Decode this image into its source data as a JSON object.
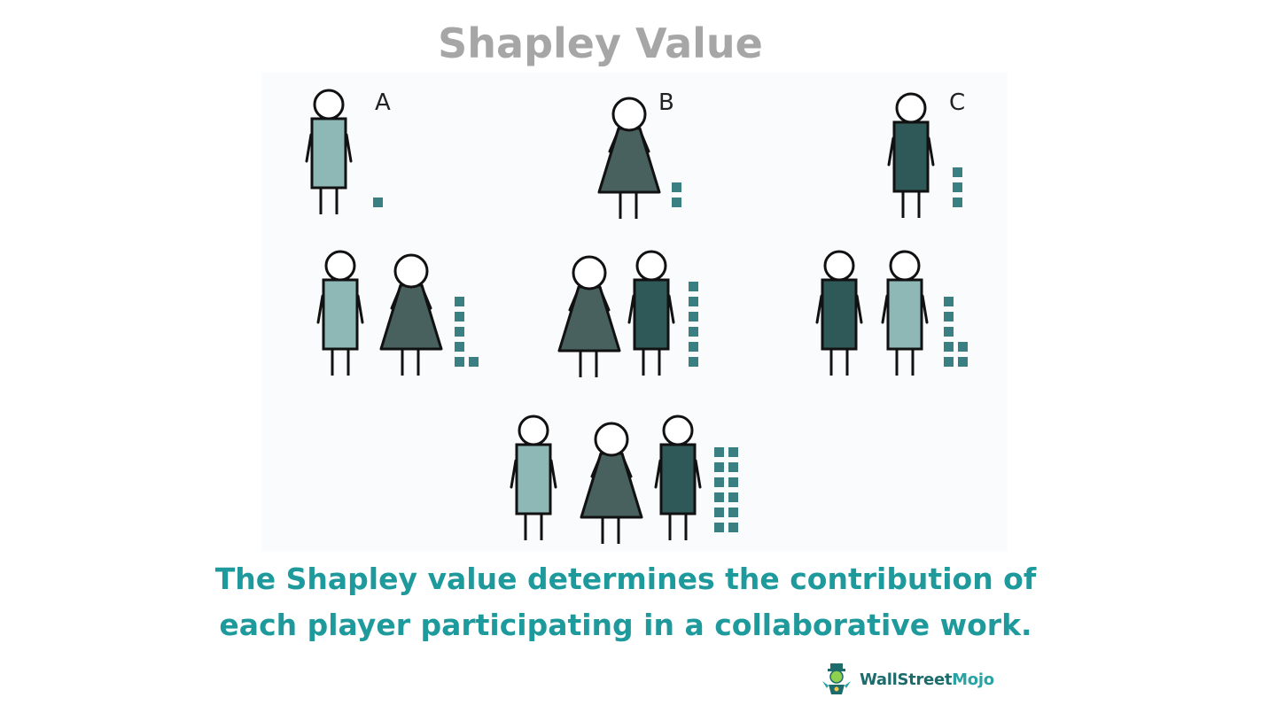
{
  "title": "Shapley Value",
  "figure": {
    "player_labels": [
      "A",
      "B",
      "C"
    ],
    "colors": {
      "player_a": "#8db8b6",
      "player_b": "#48605e",
      "player_c": "#2f5958",
      "value_block": "#3a7f82",
      "outline": "#111111"
    },
    "coalitions": [
      {
        "members": [
          "A"
        ],
        "value_blocks": 1
      },
      {
        "members": [
          "B"
        ],
        "value_blocks": 2
      },
      {
        "members": [
          "C"
        ],
        "value_blocks": 3
      },
      {
        "members": [
          "A",
          "B"
        ],
        "value_blocks": 6
      },
      {
        "members": [
          "B",
          "C"
        ],
        "value_blocks": 6
      },
      {
        "members": [
          "C",
          "A"
        ],
        "value_blocks": 7
      },
      {
        "members": [
          "A",
          "B",
          "C"
        ],
        "value_blocks": 12
      }
    ]
  },
  "caption": {
    "line1": "The Shapley value determines the contribution of",
    "line2": "each player participating in a collaborative work."
  },
  "logo": {
    "brand_part1": "WallStreet",
    "brand_part2": "Mojo",
    "icon": "mascot-icon"
  }
}
